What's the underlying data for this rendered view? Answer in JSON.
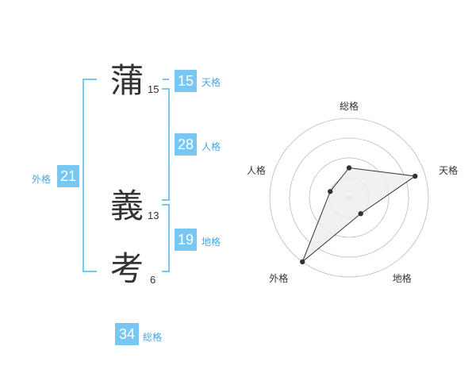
{
  "name": {
    "chars": [
      {
        "char": "蒲",
        "strokes": "15"
      },
      {
        "char": "義",
        "strokes": "13"
      },
      {
        "char": "考",
        "strokes": "6"
      }
    ]
  },
  "kakusu": {
    "tenkaku": {
      "value": "15",
      "label": "天格"
    },
    "jinkaku": {
      "value": "28",
      "label": "人格"
    },
    "chikaku": {
      "value": "19",
      "label": "地格"
    },
    "gaikaku": {
      "value": "21",
      "label": "外格"
    },
    "soukaku": {
      "value": "34",
      "label": "総格"
    }
  },
  "colors": {
    "accent": "#78c6f2",
    "label": "#4aa6dc",
    "text": "#333333",
    "radar_fill": "#eeeeee"
  },
  "chart_data": {
    "type": "radar",
    "axes": [
      "総格",
      "天格",
      "地格",
      "外格",
      "人格"
    ],
    "levels": 4,
    "values": [
      1.5,
      3.5,
      1.0,
      4.0,
      1.0
    ],
    "max": 4
  }
}
